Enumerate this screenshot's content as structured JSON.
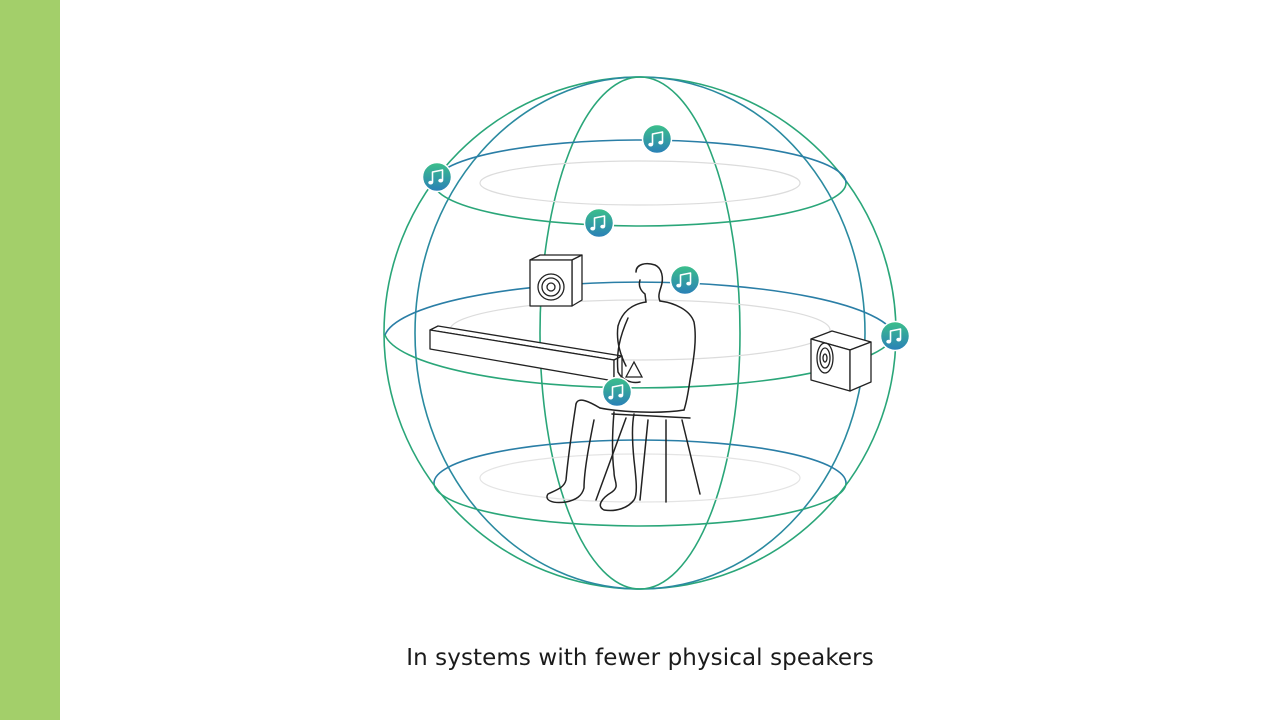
{
  "caption": "In systems with fewer physical speakers",
  "colors": {
    "accent_bar": "#a3cf6a",
    "sphere_green": "#2aa679",
    "sphere_blue": "#2a7ea6",
    "ring_light": "#dcdcdc",
    "line_art": "#222222",
    "badge_top": "#3cc08a",
    "badge_bottom": "#2a7fb8",
    "badge_glyph": "#ffffff"
  },
  "icons": {
    "sound_source": "music-note-icon",
    "speakers": [
      "soundbar",
      "speaker-box-left",
      "speaker-box-right"
    ],
    "listener": "seated-person"
  }
}
